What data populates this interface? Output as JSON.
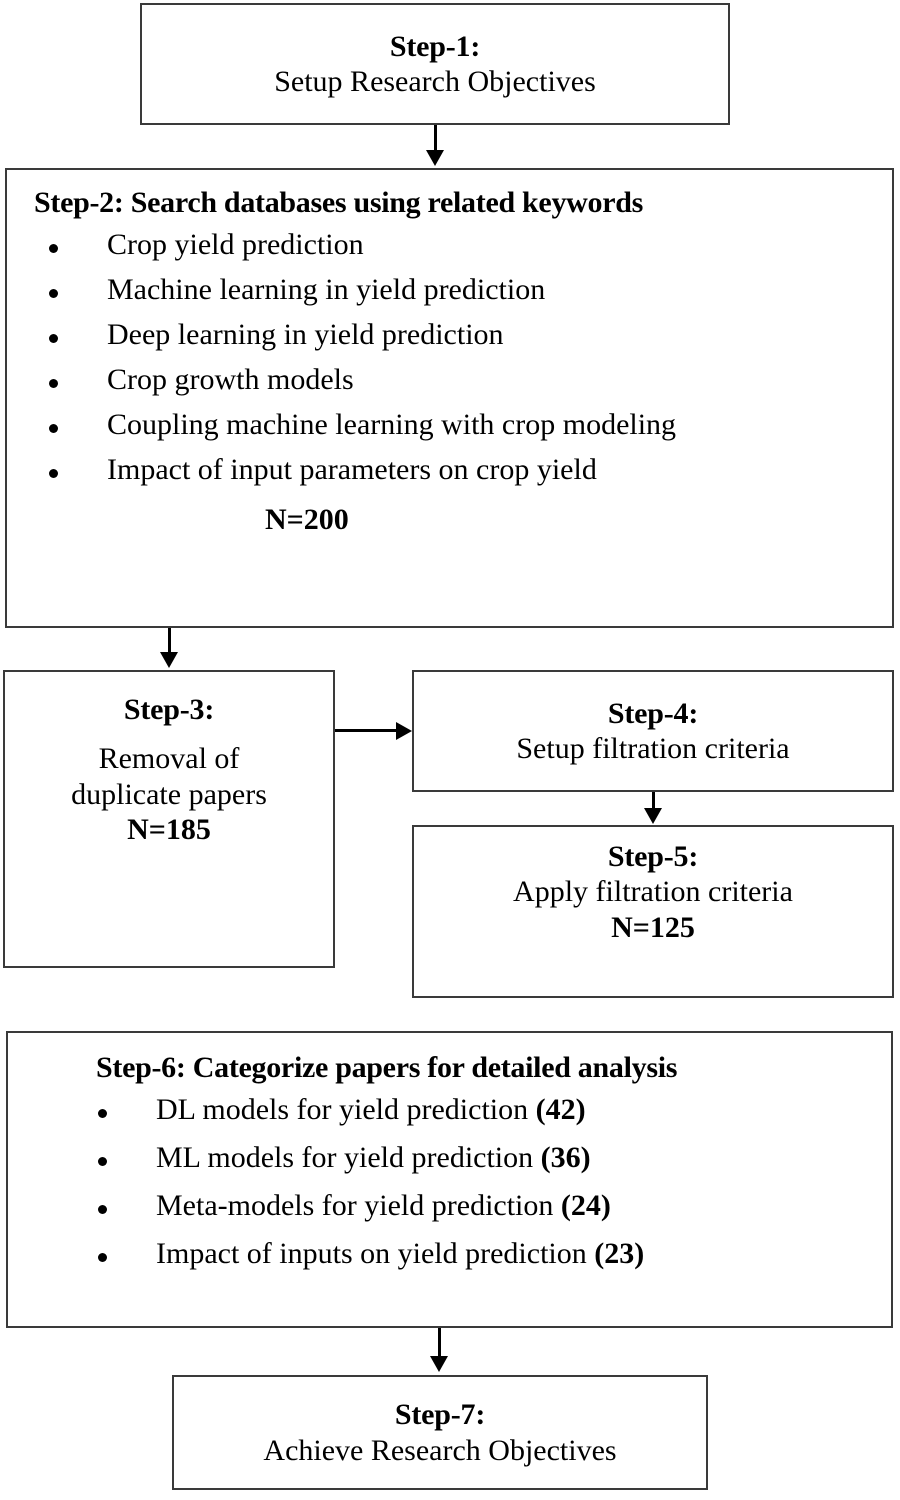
{
  "diagram": {
    "title": "Research methodology flowchart",
    "type": "flowchart",
    "steps": [
      {
        "id": "step-1",
        "label": "Step-1:",
        "text": "Setup Research Objectives"
      },
      {
        "id": "step-2",
        "header": "Step-2: Search databases using related keywords",
        "bullets": [
          "Crop yield prediction",
          "Machine learning in yield prediction",
          "Deep learning in yield prediction",
          "Crop growth models",
          "Coupling machine learning with crop modeling",
          "Impact of input parameters on crop yield"
        ],
        "count": "N=200"
      },
      {
        "id": "step-3",
        "label": "Step-3:",
        "line1": "Removal of",
        "line2": "duplicate papers",
        "count": "N=185"
      },
      {
        "id": "step-4",
        "label": "Step-4:",
        "text": "Setup filtration criteria"
      },
      {
        "id": "step-5",
        "label": "Step-5:",
        "text": "Apply filtration criteria",
        "count": "N=125"
      },
      {
        "id": "step-6",
        "header": "Step-6: Categorize papers for detailed analysis",
        "bullets": [
          {
            "text": "DL models for yield prediction ",
            "count": "(42)"
          },
          {
            "text": "ML models for yield prediction ",
            "count": "(36)"
          },
          {
            "text": "Meta-models for yield prediction ",
            "count": "(24)"
          },
          {
            "text": "Impact of inputs on yield prediction ",
            "count": "(23)"
          }
        ]
      },
      {
        "id": "step-7",
        "label": "Step-7:",
        "text": "Achieve Research Objectives"
      }
    ],
    "colors": {
      "border": "#3a3a3a",
      "text": "#000000",
      "background": "#ffffff",
      "connector": "#000000"
    }
  }
}
